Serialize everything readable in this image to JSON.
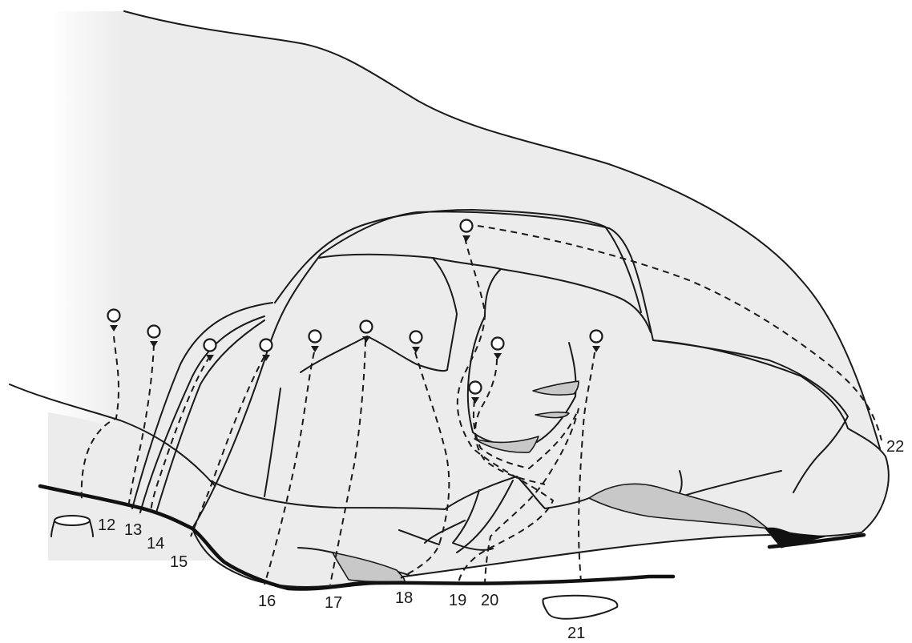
{
  "colors": {
    "rock_fill": "#ececec",
    "shade_fill": "#c8c8c8",
    "line": "#1a1a1a",
    "background": "#ffffff"
  },
  "routes": [
    {
      "id": "route-12",
      "label": "12"
    },
    {
      "id": "route-13",
      "label": "13"
    },
    {
      "id": "route-14",
      "label": "14"
    },
    {
      "id": "route-15",
      "label": "15"
    },
    {
      "id": "route-16",
      "label": "16"
    },
    {
      "id": "route-17",
      "label": "17"
    },
    {
      "id": "route-18",
      "label": "18"
    },
    {
      "id": "route-19",
      "label": "19"
    },
    {
      "id": "route-20",
      "label": "20"
    },
    {
      "id": "route-21",
      "label": "21"
    },
    {
      "id": "route-22",
      "label": "22"
    }
  ],
  "icons": {
    "anchor": "lower-off-anchor-icon",
    "stump": "tree-stump-icon",
    "loose_block": "loose-boulder-icon"
  }
}
